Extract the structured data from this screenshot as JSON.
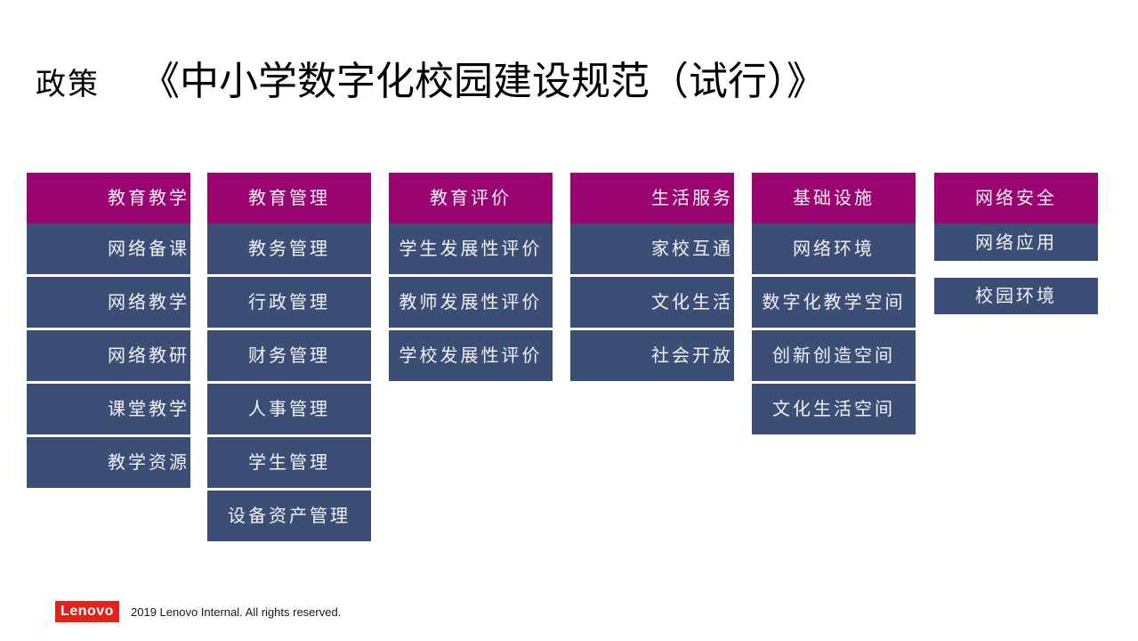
{
  "title": {
    "kicker": "政策",
    "main": "《中小学数字化校园建设规范（试行）》"
  },
  "colors": {
    "header_magenta": "#990470",
    "item_blue": "#3a4e76",
    "logo_red": "#e2231a",
    "title_text": "#000000",
    "box_text": "#f4f1f4"
  },
  "columns": [
    {
      "header": "教育教学",
      "items": [
        "网络备课",
        "网络教学",
        "网络教研",
        "课堂教学",
        "教学资源"
      ]
    },
    {
      "header": "教育管理",
      "items": [
        "教务管理",
        "行政管理",
        "财务管理",
        "人事管理",
        "学生管理",
        "设备资产管理"
      ]
    },
    {
      "header": "教育评价",
      "items": [
        "学生发展性评价",
        "教师发展性评价",
        "学校发展性评价"
      ]
    },
    {
      "header": "生活服务",
      "items": [
        "家校互通",
        "文化生活",
        "社会开放"
      ]
    },
    {
      "header": "基础设施",
      "items": [
        "网络环境",
        "数字化教学空间",
        "创新创造空间",
        "文化生活空间"
      ]
    },
    {
      "header": "网络安全",
      "items": [
        "网络应用",
        "校园环境"
      ]
    }
  ],
  "footer": {
    "logo_text": "Lenovo",
    "copyright": "2019 Lenovo Internal. All rights reserved."
  }
}
